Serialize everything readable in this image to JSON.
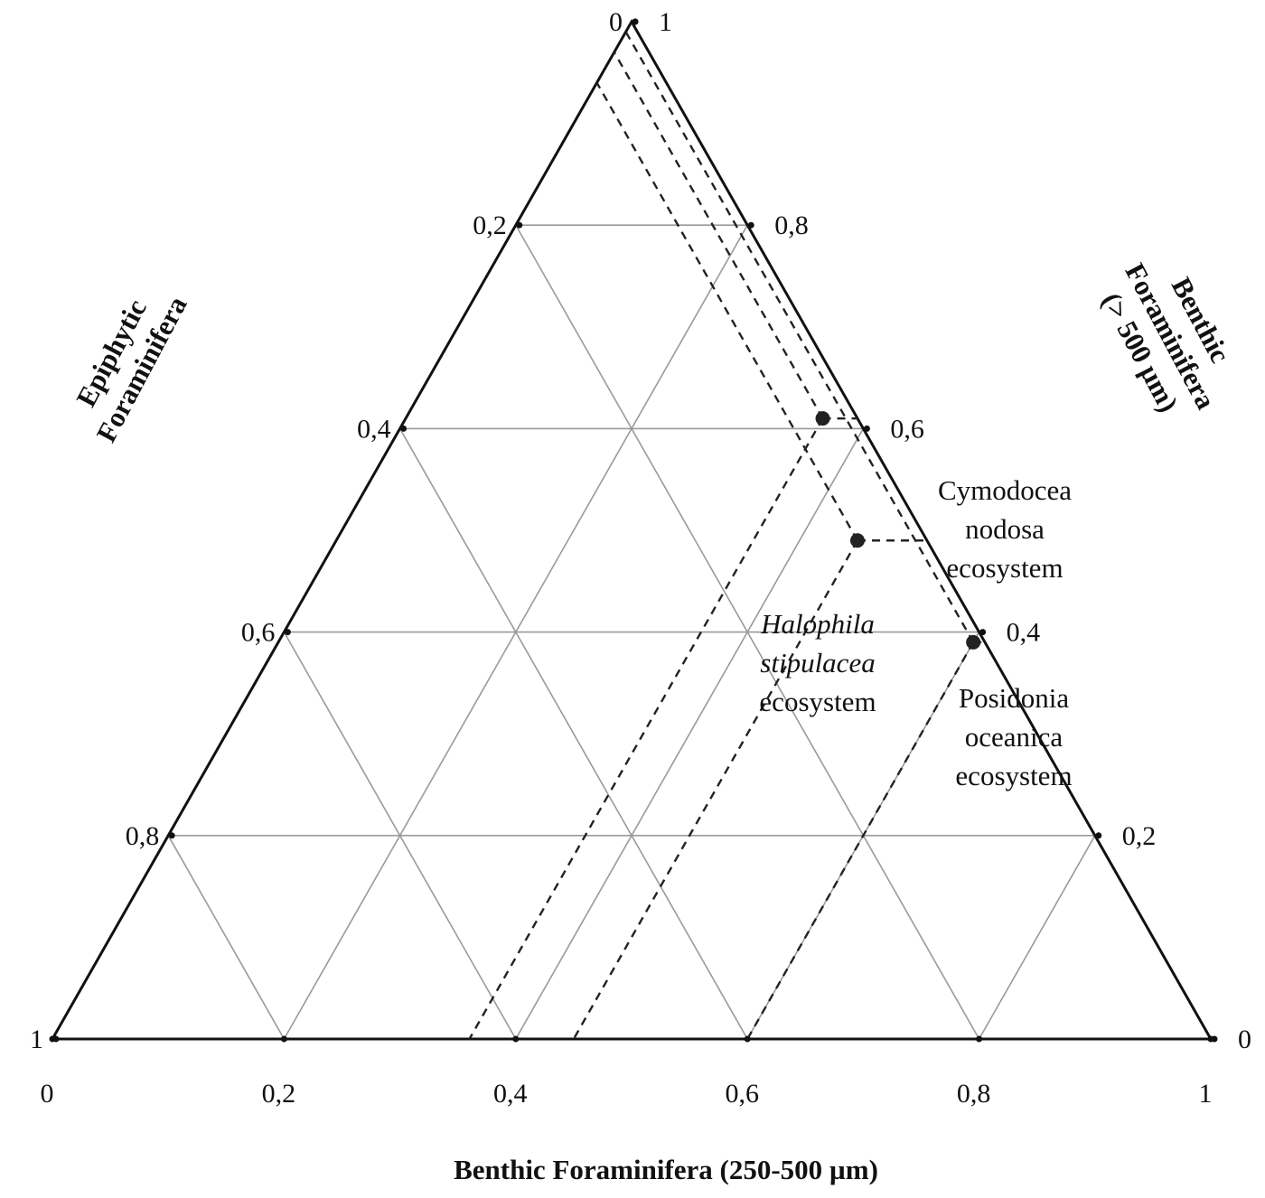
{
  "chart_data": {
    "type": "ternary",
    "axes": {
      "bottom": {
        "label": "Benthic Foraminifera  (250-500 µm)",
        "ticks": [
          "0",
          "0,2",
          "0,4",
          "0,6",
          "0,8",
          "1"
        ]
      },
      "left": {
        "label_lines": [
          "Epiphytic",
          "Foraminifera"
        ],
        "ticks": [
          "0",
          "0,2",
          "0,4",
          "0,6",
          "0,8",
          "1"
        ]
      },
      "right": {
        "label_lines": [
          "Benthic",
          "Foraminifera",
          "(> 500 µm)"
        ],
        "ticks": [
          "1",
          "0,8",
          "0,6",
          "0,4",
          "0,2",
          "0"
        ]
      }
    },
    "grid": true,
    "grid_step": 0.2,
    "series": [
      {
        "name": "Cymodocea nodosa ecosystem",
        "label_lines": [
          "Cymodocea",
          "nodosa",
          "ecosystem"
        ],
        "italic_lines": [
          false,
          false,
          false
        ],
        "b_250_500": 0.36,
        "b_500": 0.61,
        "epiphytic": 0.03
      },
      {
        "name": "Halophila stipulacea ecosystem",
        "label_lines": [
          "Halophila",
          "stipulacea",
          "ecosystem"
        ],
        "italic_lines": [
          true,
          true,
          false
        ],
        "b_250_500": 0.45,
        "b_500": 0.49,
        "epiphytic": 0.06
      },
      {
        "name": "Posidonia oceanica ecosystem",
        "label_lines": [
          "Posidonia",
          "oceanica",
          "ecosystem"
        ],
        "italic_lines": [
          false,
          false,
          false
        ],
        "b_250_500": 0.6,
        "b_500": 0.39,
        "epiphytic": 0.01
      }
    ]
  }
}
